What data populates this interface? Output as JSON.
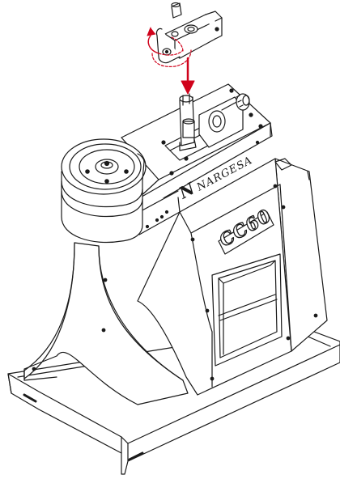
{
  "machine": {
    "brand_text": "NARGESA",
    "brand_initial": "N",
    "model_text": "CC60"
  },
  "colors": {
    "line": "#1a1a1a",
    "accent_red": "#d0021b",
    "paper": "#ffffff"
  }
}
